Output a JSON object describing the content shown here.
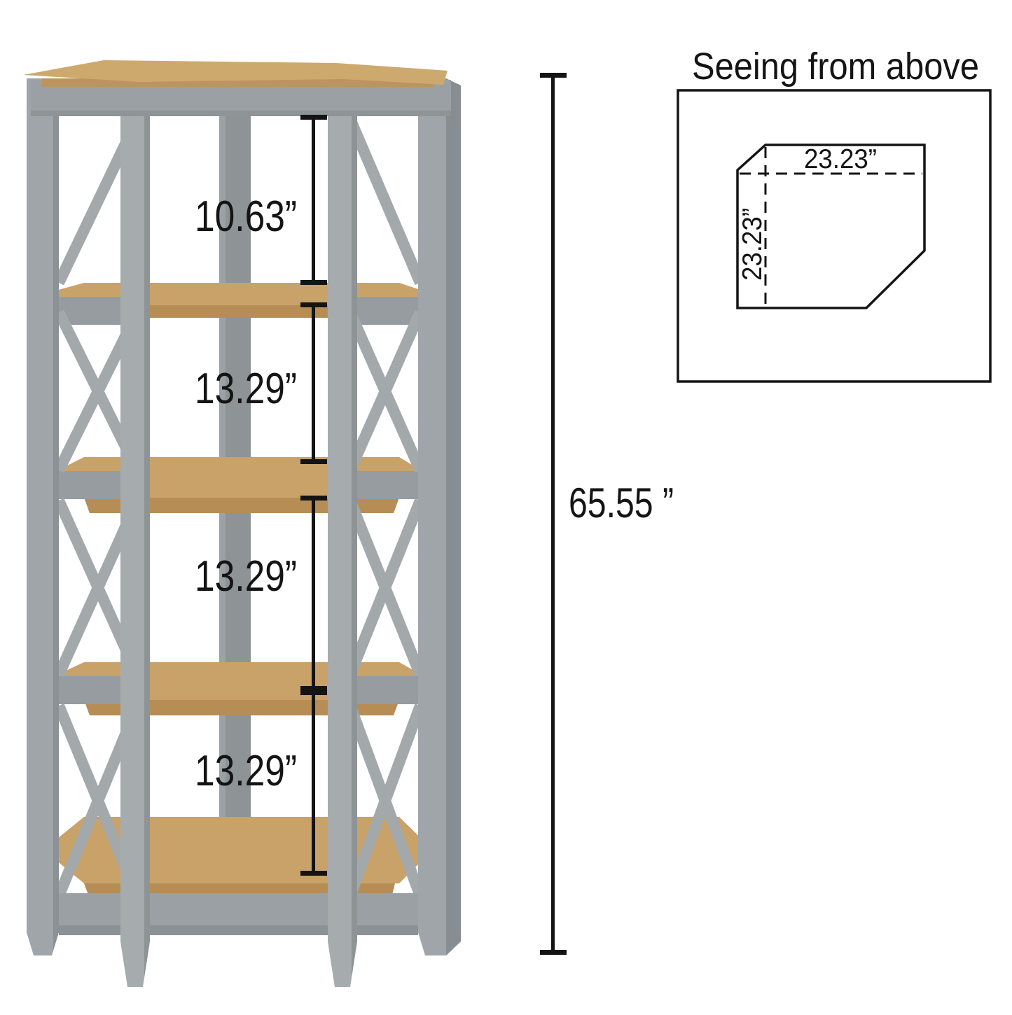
{
  "top_view": {
    "title": "Seeing from above",
    "width_label": "23.23”",
    "depth_label": "23.23”"
  },
  "front_view": {
    "gap_labels": [
      "10.63”",
      "13.29”",
      "13.29”",
      "13.29”"
    ],
    "overall_height_label": "65.55 ”"
  },
  "colors": {
    "frame_gray": "#9aa0a3",
    "frame_gray_light": "#a6abae",
    "frame_gray_dark": "#8b9194",
    "wood_surface": "#c9a269",
    "wood_edge": "#b68d55",
    "dimension_line": "#141414",
    "background": "#ffffff"
  }
}
